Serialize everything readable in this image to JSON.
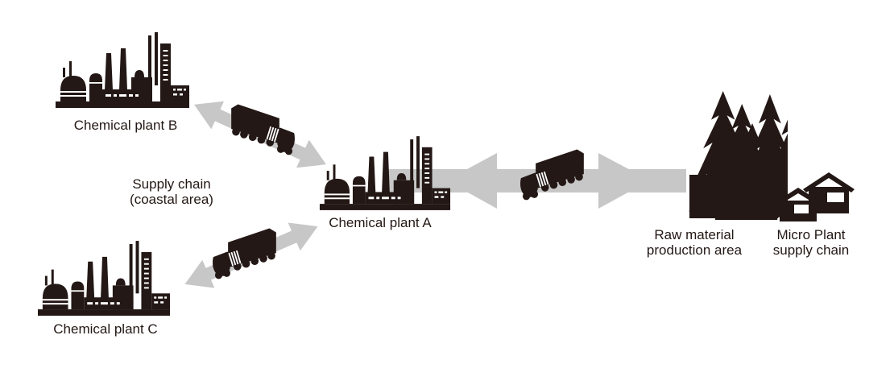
{
  "diagram": {
    "type": "supply-chain-flow-diagram",
    "colors": {
      "silhouette_ink": "#231815",
      "arrow_gray": "#c7c7c7",
      "background": "#ffffff"
    },
    "nodes": {
      "plant_b": {
        "icon": "factory-icon",
        "label": "Chemical plant B"
      },
      "plant_a": {
        "icon": "factory-icon",
        "label": "Chemical plant A"
      },
      "plant_c": {
        "icon": "factory-icon",
        "label": "Chemical plant C"
      },
      "raw_material_area": {
        "icon": "forest-icon",
        "label_line1": "Raw material",
        "label_line2": "production area"
      },
      "micro_plant": {
        "icon": "houses-icon",
        "label_line1": "Micro Plant",
        "label_line2": "supply chain"
      }
    },
    "annotations": {
      "coastal_supply_chain": {
        "label_line1": "Supply chain",
        "label_line2": "(coastal area)"
      }
    },
    "connectors": [
      {
        "from": "plant_b",
        "to": "plant_a",
        "style": "double-headed-arrow",
        "icon": "truck-icon"
      },
      {
        "from": "plant_c",
        "to": "plant_a",
        "style": "double-headed-arrow",
        "icon": "truck-icon"
      },
      {
        "from": "plant_a",
        "to": "raw_material_area",
        "style": "double-headed-arrow",
        "icon": "truck-icon"
      }
    ]
  }
}
